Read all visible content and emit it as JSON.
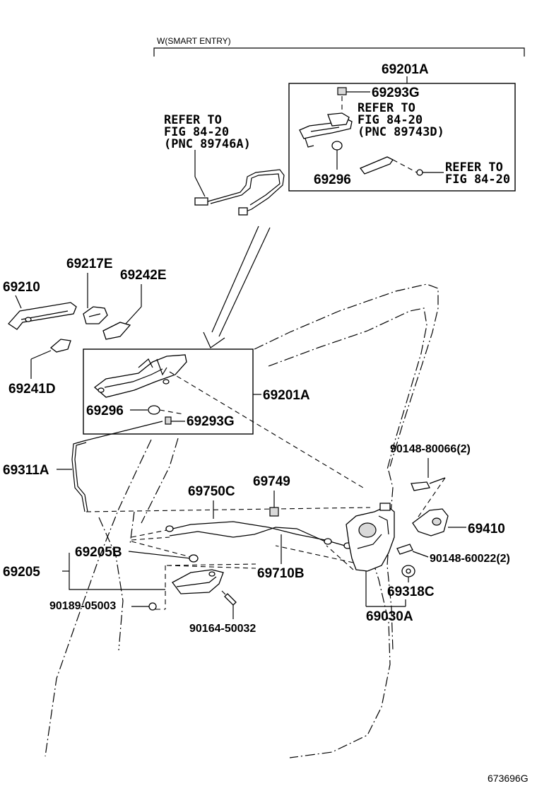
{
  "header": {
    "variant_label": "W(SMART ENTRY)"
  },
  "figure_id": "673696G",
  "callouts": {
    "p69201A_top": "69201A",
    "p69293G_top": "69293G",
    "p69296_top": "69296",
    "p69210": "69210",
    "p69217E": "69217E",
    "p69242E": "69242E",
    "p69241D": "69241D",
    "p69296_mid": "69296",
    "p69293G_mid": "69293G",
    "p69201A_mid": "69201A",
    "p69311A": "69311A",
    "p69750C": "69750C",
    "p69749": "69749",
    "p90148_80066": "90148-80066(2)",
    "p69410": "69410",
    "p90148_60022": "90148-60022(2)",
    "p69205B": "69205B",
    "p69205": "69205",
    "p69710B": "69710B",
    "p69318C": "69318C",
    "p90189_05003": "90189-05003",
    "p90164_50032": "90164-50032",
    "p69030A": "69030A"
  },
  "references": {
    "ref_89746A": [
      "REFER TO",
      "FIG 84-20",
      "(PNC 89746A)"
    ],
    "ref_89743D": [
      "REFER TO",
      "FIG 84-20",
      "(PNC 89743D)"
    ],
    "ref_84_20": [
      "REFER TO",
      "FIG 84-20"
    ]
  }
}
